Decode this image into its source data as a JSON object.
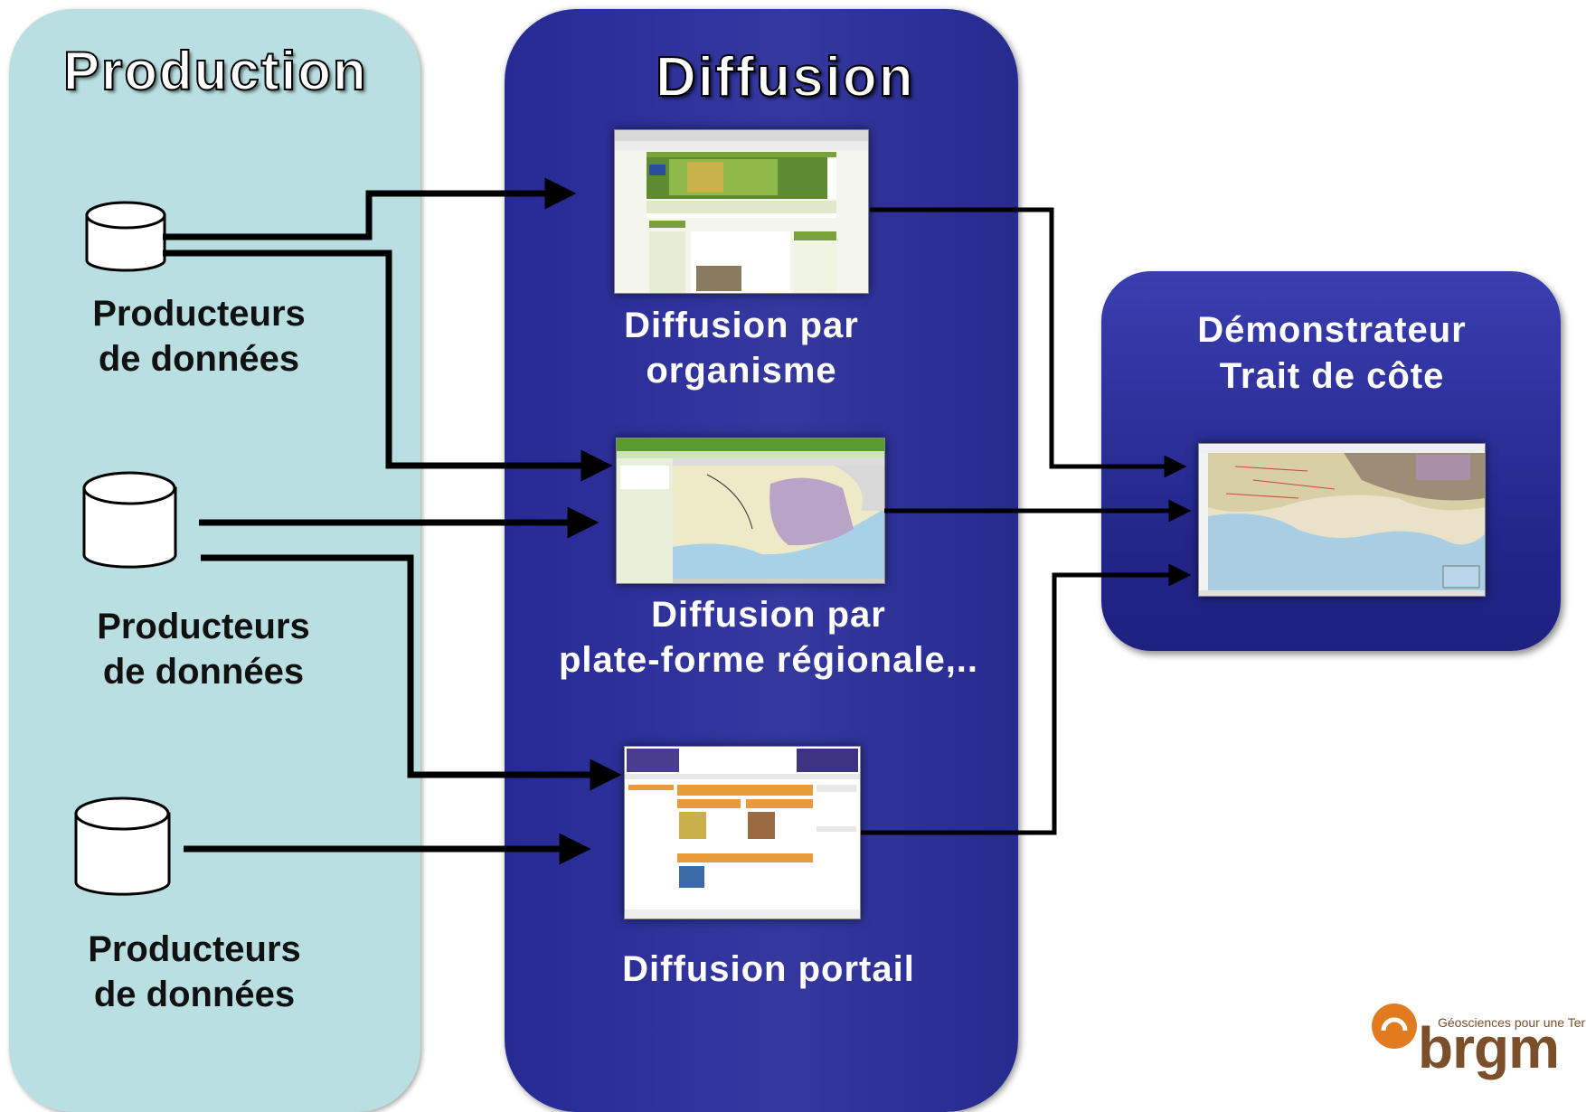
{
  "production": {
    "title": "Production",
    "producers": [
      {
        "line1": "Producteurs",
        "line2": "de données"
      },
      {
        "line1": "Producteurs",
        "line2": "de données"
      },
      {
        "line1": "Producteurs",
        "line2": "de données"
      }
    ]
  },
  "diffusion": {
    "title": "Diffusion",
    "items": [
      {
        "line1": "Diffusion par",
        "line2": "organisme"
      },
      {
        "line1": "Diffusion par",
        "line2": "plate-forme régionale,.."
      },
      {
        "line1": "Diffusion portail",
        "line2": ""
      }
    ]
  },
  "demonstrateur": {
    "line1": "Démonstrateur",
    "line2": "Trait de côte"
  },
  "logo": {
    "tagline": "Géosciences pour une Terre durable",
    "name": "brgm"
  },
  "colors": {
    "production_bg": "#b9dfe2",
    "diffusion_bg": "#2e3199",
    "demonstrateur_bg": "#262a8f",
    "arrow": "#000000",
    "logo_brown": "#7a4f2a",
    "logo_orange": "#e07b1f"
  }
}
